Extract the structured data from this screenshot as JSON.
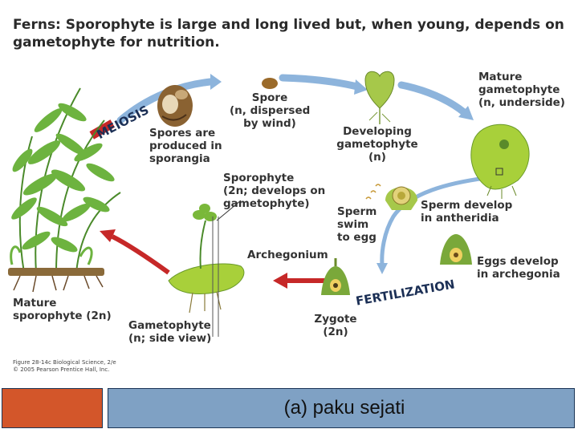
{
  "title_bold": "Ferns:",
  "title_rest": " Sporophyte is large and long lived but, when young, depends on gametophyte for nutrition.",
  "labels": {
    "spore": "Spore",
    "spore_sub1": "(n, dispersed",
    "spore_sub2": "by wind)",
    "meiosis": "MEIOSIS",
    "spores_produced1": "Spores are",
    "spores_produced2": "produced in",
    "spores_produced3": "sporangia",
    "developing1": "Developing",
    "developing2": "gametophyte",
    "developing3": "(n)",
    "mature_gam1": "Mature",
    "mature_gam2": "gametophyte",
    "mature_gam3": "(n, underside)",
    "sporophyte1": "Sporophyte",
    "sporophyte2": "(2n; develops on",
    "sporophyte3": "gametophyte)",
    "sperm_swim1": "Sperm",
    "sperm_swim2": "swim",
    "sperm_swim3": "to egg",
    "sperm_develop1": "Sperm develop",
    "sperm_develop2": "in antheridia",
    "archegonium": "Archegonium",
    "eggs_develop1": "Eggs develop",
    "eggs_develop2": "in archegonia",
    "fertilization": "FERTILIZATION",
    "mature_sporo1": "Mature",
    "mature_sporo2": "sporophyte (2n)",
    "gametophyte_side1": "Gametophyte",
    "gametophyte_side2": "(n; side view)",
    "zygote1": "Zygote",
    "zygote2": "(2n)"
  },
  "caption": {
    "line1": "Figure 28-14c  Biological Science, 2/e",
    "line2": "© 2005 Pearson Prentice Hall, Inc."
  },
  "footer": {
    "label": "(a) paku sejati"
  },
  "colors": {
    "arrow_blue": "#8db4dc",
    "arrow_red": "#c62828",
    "leaf_green": "#6db33f",
    "footer_left": "#d3562a",
    "footer_right": "#7fa1c4"
  }
}
